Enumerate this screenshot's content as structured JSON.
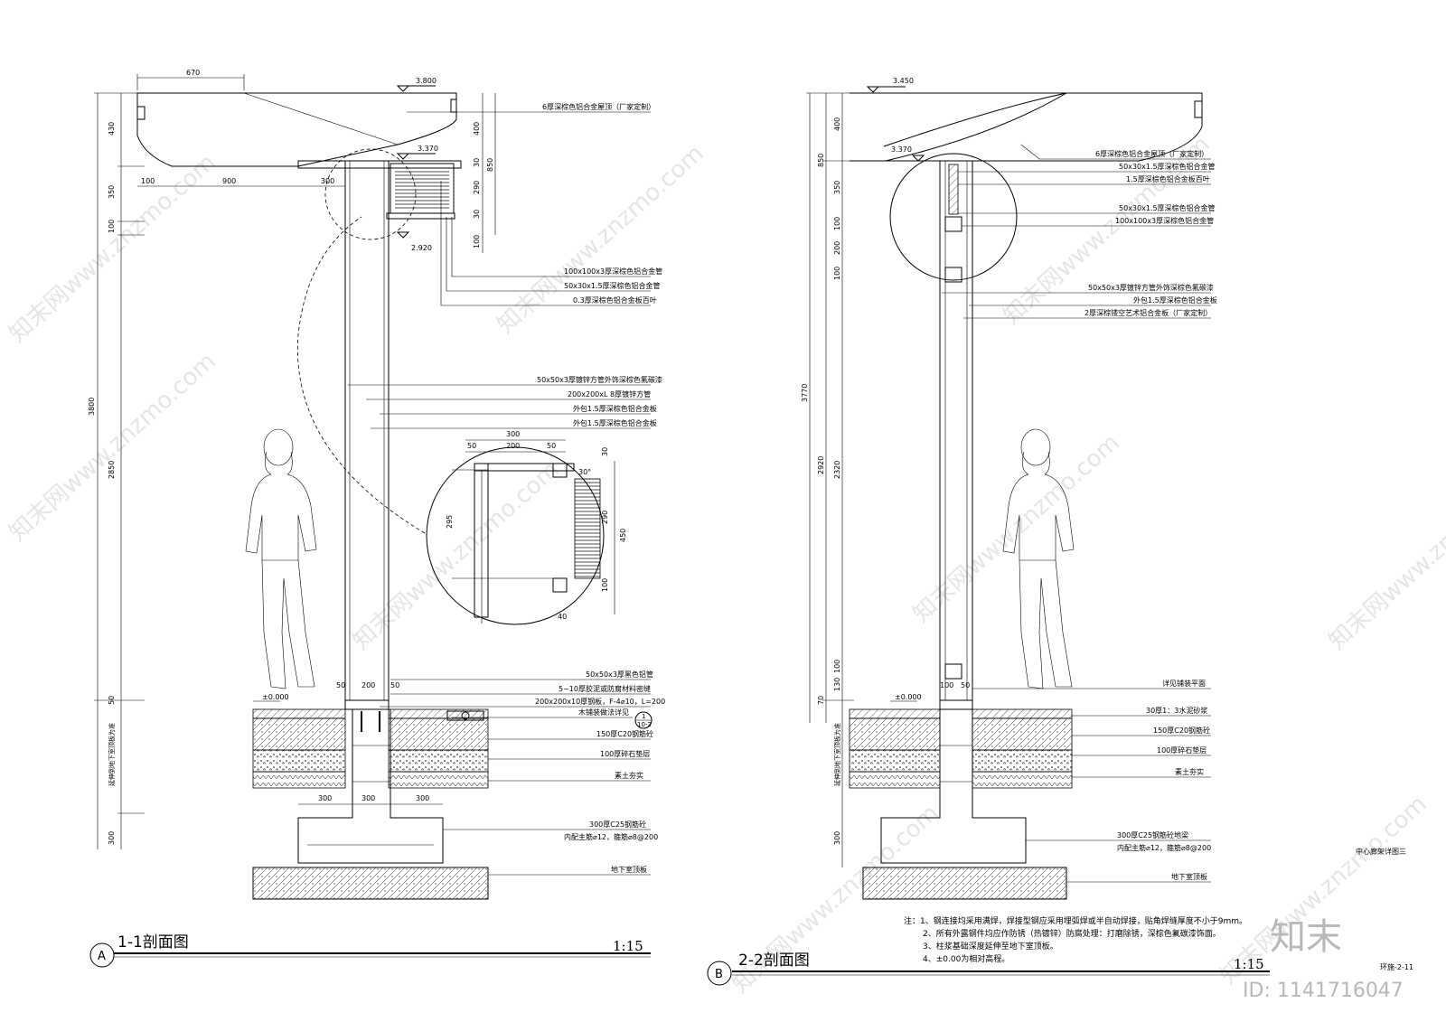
{
  "section_a": {
    "bubble": "A",
    "title": "1-1剖面图",
    "scale": "1:15",
    "elev_top": "3.800",
    "elev_beam": "3.370",
    "elev_louver": "2.920",
    "elev_ground": "±0.000",
    "dims_top": [
      "670"
    ],
    "dims_left": [
      "430",
      "350",
      "100",
      "2850",
      "50",
      "300",
      "3800"
    ],
    "dims_mid": [
      "100",
      "900",
      "300"
    ],
    "dims_right": [
      "400",
      "850",
      "30",
      "290",
      "30",
      "100"
    ],
    "dims_col": [
      "50",
      "200",
      "50"
    ],
    "dims_found": [
      "300",
      "300",
      "300"
    ],
    "vertical_note": "延伸到地下室顶板为准",
    "labels_top": [
      "6厚深棕色铝合金屋顶（厂家定制）",
      "100x100x3厚深棕色铝合金管",
      "50x30x1.5厚深棕色铝合金管",
      "0.3厚深棕色铝合金板百叶",
      "50x50x3厚镀锌方管外饰深棕色氟碳漆",
      "200x200xL 8厚镀锌方管",
      "外包1.5厚深棕色铝合金板",
      "外包1.5厚深棕色铝合金板"
    ],
    "labels_bottom": [
      "50x50x3厚黑色铝管",
      "5~10厚胶泥或防腐材料密缝",
      "200x200x10厚钢板，F-4⌀10，L=200",
      "木铺装做法详见",
      "150厚C20钢筋砼",
      "100厚碎石垫层",
      "素土夯实",
      "300厚C25钢筋砼",
      "内配主筋⌀12，箍筋⌀8@200",
      "地下室顶板"
    ],
    "detail_ref_top": "1",
    "detail_ref_bottom": "10-2",
    "detail_dims": [
      "300",
      "50",
      "200",
      "50",
      "30",
      "295",
      "290",
      "450",
      "100",
      "40",
      "30°"
    ]
  },
  "section_b": {
    "bubble": "B",
    "title": "2-2剖面图",
    "scale": "1:15",
    "elev_top": "3.450",
    "elev_beam": "3.370",
    "elev_ground": "±0.000",
    "dims_left": [
      "400",
      "850",
      "350",
      "100",
      "200",
      "100",
      "2320",
      "100",
      "130",
      "70",
      "300",
      "3770",
      "2920"
    ],
    "dims_col": [
      "100",
      "50"
    ],
    "vertical_note": "延伸到地下室顶板为准",
    "labels_top": [
      "6厚深棕色铝合金屋顶（厂家定制）",
      "50x30x1.5厚深棕色铝合金管",
      "1.5厚深棕色铝合金板百叶",
      "50x30x1.5厚深棕色铝合金管",
      "100x100x3厚深棕色铝合金管",
      "50x50x3厚镀锌方管外饰深棕色氟碳漆",
      "外包1.5厚深棕色铝合金板",
      "2厚深棕镂空艺术铝合金板（厂家定制）"
    ],
    "labels_bottom": [
      "详见铺装平面",
      "30厚1：3水泥砂浆",
      "150厚C20钢筋砼",
      "100厚碎石垫层",
      "素土夯实",
      "300厚C25钢筋砼地梁",
      "内配主筋⌀12，箍筋⌀8@200",
      "地下室顶板"
    ]
  },
  "notes": [
    "注：1、钢连接均采用满焊，焊接型钢应采用埋弧焊或半自动焊接，贴角焊缝厚度不小于9mm。",
    "2、所有外露钢件均应作防锈（热镀锌）防腐处理：打磨除锈，深棕色氟碳漆饰面。",
    "3、柱浆基础深度延伸至地下室顶板。",
    "4、±0.00为相对高程。"
  ],
  "sheet_title": "中心廊架详图三",
  "sheet_no": "环施-2-11",
  "watermark_text": "知末网www.znzmo.com",
  "brand": "知末",
  "id_text": "ID: 1141716047",
  "colors": {
    "line": "#000000",
    "watermark": "#d0d0d0",
    "background": "#ffffff"
  }
}
